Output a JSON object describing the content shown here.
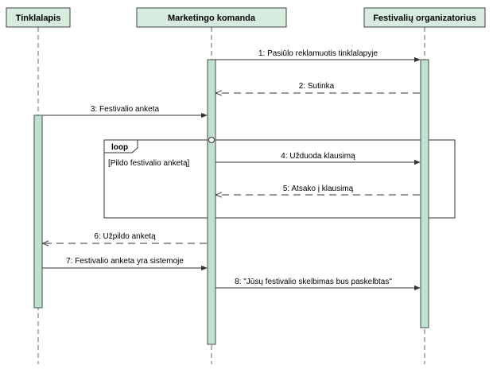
{
  "diagram": {
    "lifelines": [
      {
        "id": "tink",
        "name": "Tinklalapis"
      },
      {
        "id": "mark",
        "name": "Marketingo komanda"
      },
      {
        "id": "fest",
        "name": "Festivalių organizatorius"
      }
    ],
    "messages": [
      {
        "label": "1: Pasiūlo reklamuotis tinklalapyje",
        "from": "mark",
        "to": "fest",
        "style": "solid"
      },
      {
        "label": "2: Sutinka",
        "from": "fest",
        "to": "mark",
        "style": "dashed"
      },
      {
        "label": "3: Festivalio anketa",
        "from": "tink",
        "to": "mark",
        "style": "solid"
      },
      {
        "label": "4: Užduoda klausimą",
        "from": "mark",
        "to": "fest",
        "style": "solid"
      },
      {
        "label": "5: Atsako į klausimą",
        "from": "fest",
        "to": "mark",
        "style": "dashed"
      },
      {
        "label": "6: Užpildo anketą",
        "from": "mark",
        "to": "tink",
        "style": "dashed"
      },
      {
        "label": "7: Festivalio anketa yra sistemoje",
        "from": "tink",
        "to": "mark",
        "style": "solid"
      },
      {
        "label": "8: \"Jūsų festivalio skelbimas bus paskelbtas\"",
        "from": "mark",
        "to": "fest",
        "style": "solid"
      }
    ],
    "fragment": {
      "operator": "loop",
      "guard": "[Pildo festivalio anketą]"
    }
  }
}
